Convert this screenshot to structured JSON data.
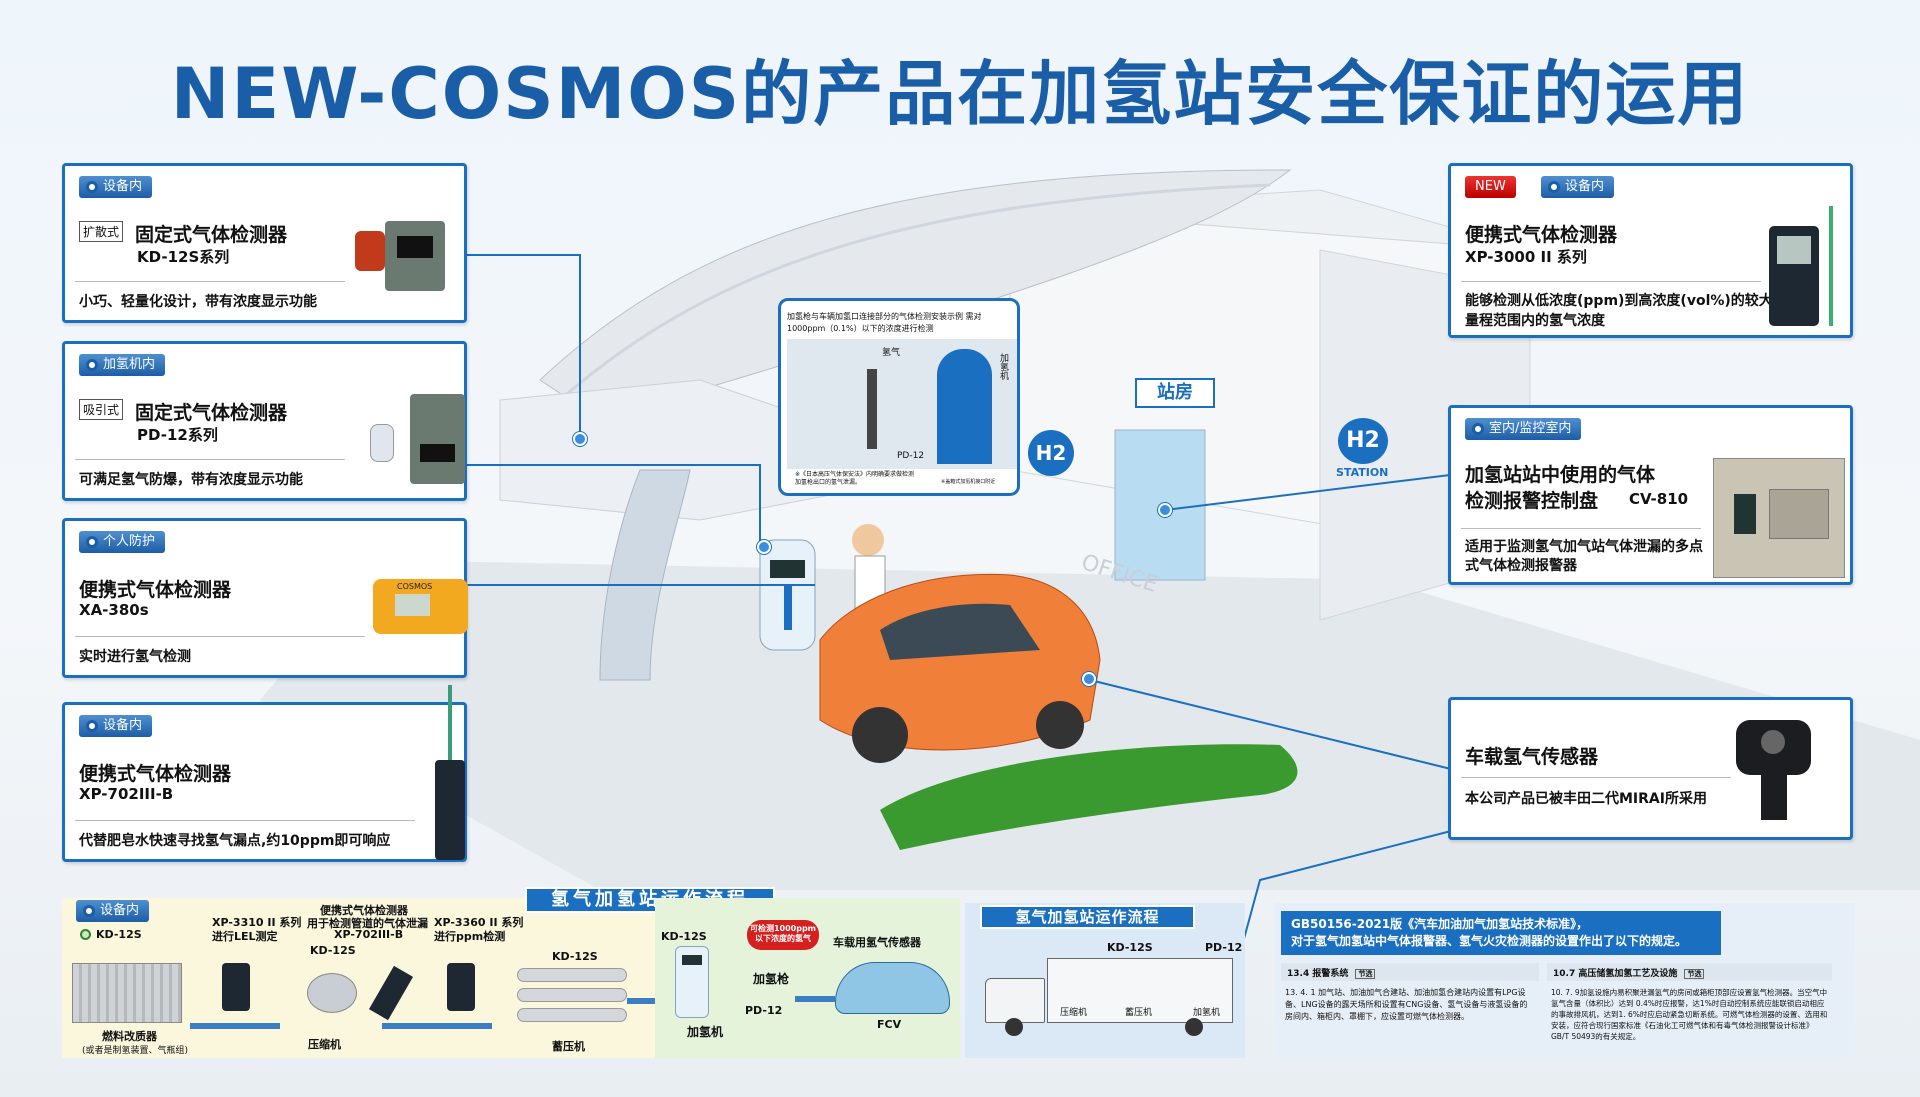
{
  "title": "NEW-COSMOS的产品在加氢站安全保证的运用",
  "colors": {
    "brand_blue": "#1b6fc0",
    "title_blue": "#1a5ea8",
    "new_red": "#d11"
  },
  "scene": {
    "station_label": "站房",
    "h2_station": "STATION",
    "h2_logo": "H2",
    "office_floor": "OFFICE",
    "callout": {
      "text": "加氢枪与车辆加氢口连接部分的气体检测安装示例 需对1000ppm（0.1%）以下的浓度进行检测",
      "label_hydrogen": "氢气",
      "label_pd12": "PD-12",
      "label_vertical": "加氢机",
      "note_left": "※《日本高压气体保安法》内明确要求做检测加氢枪出口的氢气泄漏。",
      "note_right": "※盖箱式加氢机接口附近"
    }
  },
  "cards": {
    "kd12s": {
      "tag": "设备内",
      "type_tag": "扩散式",
      "name": "固定式气体检测器",
      "model": "KD-12S系列",
      "desc": "小巧、轻量化设计，带有浓度显示功能"
    },
    "pd12": {
      "tag": "加氢机内",
      "type_tag": "吸引式",
      "name": "固定式气体检测器",
      "model": "PD-12系列",
      "desc": "可满足氢气防爆，带有浓度显示功能"
    },
    "xa380s": {
      "tag": "个人防护",
      "name": "便携式气体检测器",
      "model": "XA-380s",
      "desc": "实时进行氢气检测",
      "device_brand": "COSMOS"
    },
    "xp702": {
      "tag": "设备内",
      "name": "便携式气体检测器",
      "model": "XP-702III-B",
      "desc": "代替肥皂水快速寻找氢气漏点,约10ppm即可响应"
    },
    "xp3000": {
      "new_tag": "NEW",
      "tag": "设备内",
      "name": "便携式气体检测器",
      "model": "XP-3000 II 系列",
      "desc": "能够检测从低浓度(ppm)到高浓度(vol%)的较大量程范围内的氢气浓度"
    },
    "cv810": {
      "tag": "室内/监控室内",
      "name1": "加氢站站中使用的气体",
      "name2": "检测报警控制盘",
      "model": "CV-810",
      "desc": "适用于监测氢气加气站气体泄漏的多点式气体检测报警器"
    },
    "vehicle": {
      "name": "车载氢气传感器",
      "desc": "本公司产品已被丰田二代MIRAI所采用"
    }
  },
  "flow": {
    "title_main": "氢气加氢站运作流程",
    "title_right": "氢气加氢站运作流程",
    "left": {
      "tag": "设备内",
      "kd12s_legend": "KD-12S",
      "xp3310": "XP-3310 II 系列",
      "xp3310_sub": "进行LEL测定",
      "portable_title": "便携式气体检测器",
      "portable_sub": "用于检测管道的气体泄漏",
      "xp702": "XP-702III-B",
      "xp3360": "XP-3360 II 系列",
      "xp3360_sub": "进行ppm检测",
      "kd12s_a": "KD-12S",
      "kd12s_b": "KD-12S",
      "reformer": "燃料改质器",
      "reformer_sub": "(或者是制氢装置、气瓶组)",
      "compressor": "压缩机",
      "storage": "蓄压机"
    },
    "mid": {
      "kd12s": "KD-12S",
      "badge": "可检测1000ppm以下浓度的氢气",
      "gun": "加氢枪",
      "pd12": "PD-12",
      "dispenser": "加氢机",
      "vehicle_sensor": "车载用氢气传感器",
      "fcv": "FCV"
    },
    "right": {
      "kd12s": "KD-12S",
      "pd12": "PD-12",
      "compressor": "压缩机",
      "storage": "蓄压机",
      "dispenser": "加氢机"
    }
  },
  "standard": {
    "title1": "GB50156-2021版《汽车加油加气加氢站技术标准》，",
    "title2": "对于氢气加氢站中气体报警器、氢气火灾检测器的设置作出了以下的规定。",
    "left_head": "13.4 报警系统",
    "left_head_tag": "节选",
    "left_text": "13. 4. 1 加气站、加油加气合建站、加油加氢合建站内设置有LPG设备、LNG设备的露天场所和设置有CNG设备、氢气设备与液氢设备的房间内、箱柜内、罩棚下，应设置可燃气体检测器。",
    "right_head": "10.7 高压储氢加氢工艺及设施",
    "right_head_tag": "节选",
    "right_text": "10. 7. 9加氢设施内易积聚泄漏氢气的房间或箱柜顶部应设置氢气检测器。当空气中氢气含量（体积比）达到 0.4%时应报警，达1%时自动控制系统应能联锁启动相应的事故排风机，达到1. 6%时应启动紧急切断系统。可燃气体检测器的设置、选用和安装，应符合现行国家标准《石油化工可燃气体和有毒气体检测报警设计标准》GB/T 50493的有关规定。"
  }
}
